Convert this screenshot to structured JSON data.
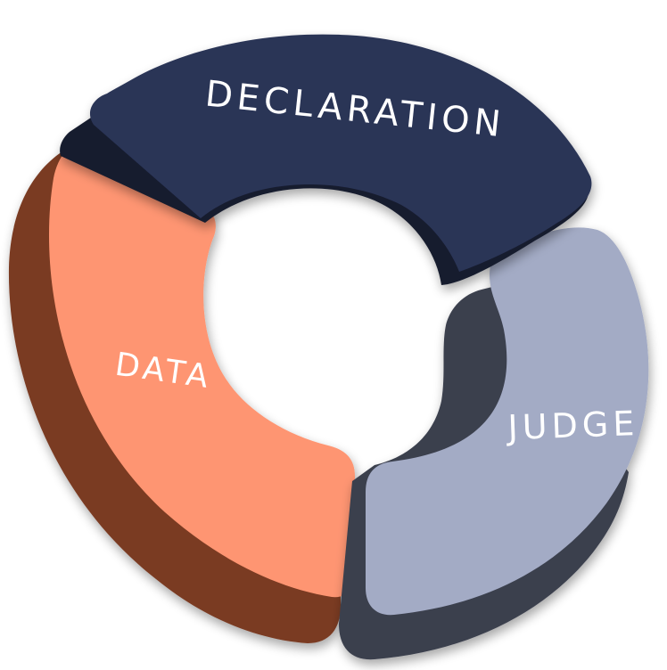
{
  "diagram": {
    "segments": [
      {
        "label": "DECLARATION",
        "face_color": "#2b3457",
        "side_color": "#161b2d"
      },
      {
        "label": "JUDGE",
        "face_color": "#a3abc5",
        "side_color": "#3b3f4e"
      },
      {
        "label": "DATA",
        "face_color": "#fe9572",
        "side_color": "#7a3a22"
      }
    ]
  }
}
